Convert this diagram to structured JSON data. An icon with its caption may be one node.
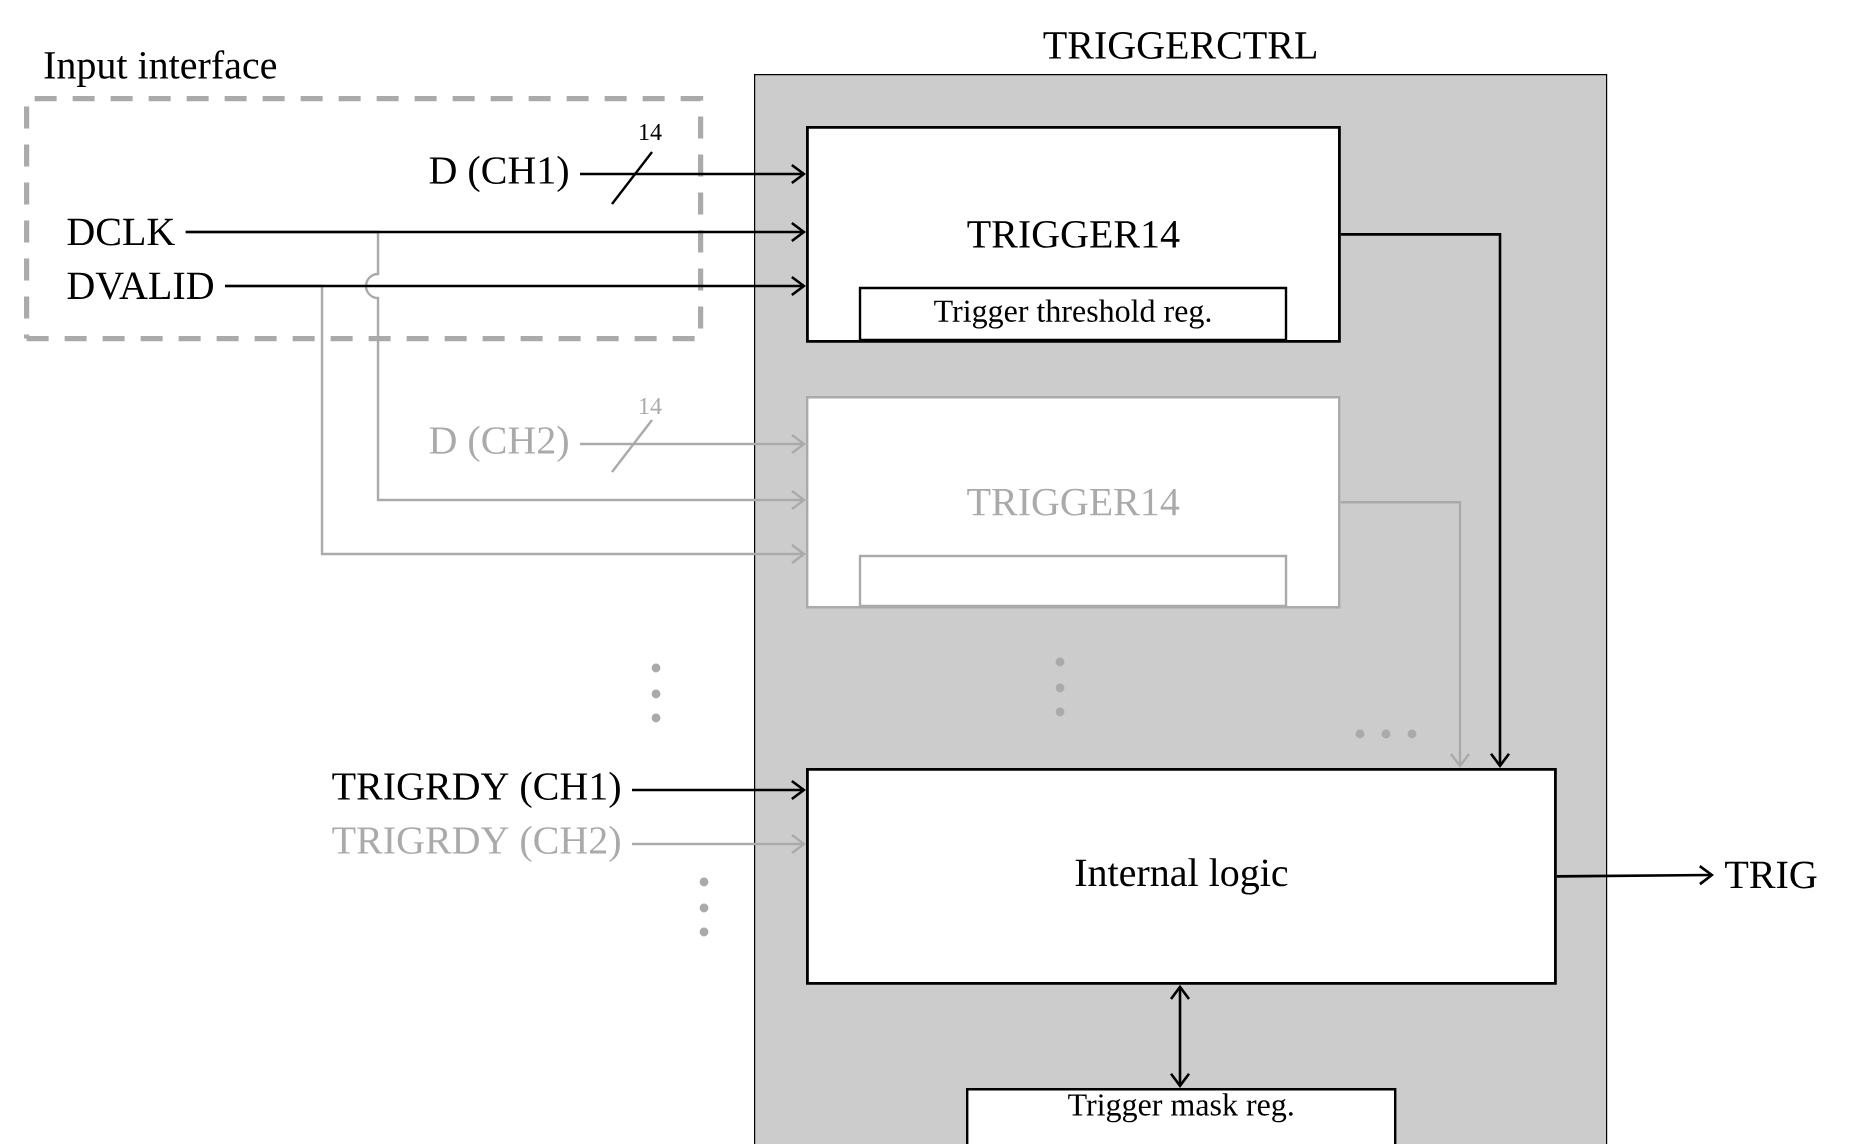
{
  "diagram": {
    "nodes": [
      {
        "text": [
          "TRIGGERCTRL"
        ]
      },
      {
        "text": [
          "Input interface"
        ]
      },
      {
        "text": [
          "TRIGGER14"
        ],
        "in": 0
      },
      {
        "text": [
          "Trigger threshold reg."
        ],
        "in": 2
      },
      {
        "text": [
          "TRIGGER14"
        ],
        "in": 0
      },
      {
        "text": [],
        "shape": "box",
        "in": 4
      },
      {
        "text": [
          "Internal logic"
        ],
        "in": 0
      },
      {
        "text": [
          "Trigger mask reg."
        ],
        "in": 0
      },
      {
        "text": [
          "D (CH1)"
        ],
        "in": 1
      },
      {
        "text": [
          "DCLK"
        ],
        "in": 1
      },
      {
        "text": [
          "DVALID"
        ],
        "in": 1
      },
      {
        "text": [
          "D (CH2)"
        ]
      },
      {
        "text": [
          "TRIGRDY (CH1)"
        ]
      },
      {
        "text": [
          "TRIGRDY (CH2)"
        ]
      },
      {
        "text": [
          "TRIG"
        ]
      }
    ],
    "edges": [
      {
        "from": 8,
        "to": 2,
        "arrow": "to",
        "label": "14"
      },
      {
        "from": 9,
        "to": 2,
        "arrow": "to"
      },
      {
        "from": 10,
        "to": 2,
        "arrow": "to"
      },
      {
        "from": 11,
        "to": 4,
        "arrow": "to",
        "label": "14",
        "color": "#aaaaaa"
      },
      {
        "from": 9,
        "to": 4,
        "arrow": "to",
        "color": "#aaaaaa"
      },
      {
        "from": 10,
        "to": 4,
        "arrow": "to",
        "color": "#aaaaaa"
      },
      {
        "from": 2,
        "to": 6,
        "arrow": "to"
      },
      {
        "from": 4,
        "to": 6,
        "arrow": "to",
        "color": "#aaaaaa"
      },
      {
        "from": 12,
        "to": 6,
        "arrow": "to"
      },
      {
        "from": 13,
        "to": 6,
        "arrow": "to",
        "color": "#aaaaaa"
      },
      {
        "from": 6,
        "to": 14,
        "arrow": "to"
      },
      {
        "from": 6,
        "to": 7,
        "arrow": "both"
      }
    ]
  }
}
